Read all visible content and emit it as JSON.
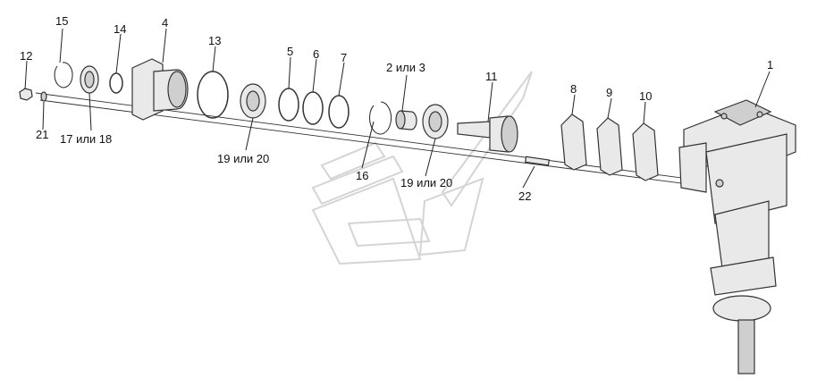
{
  "labels": {
    "l1": "1",
    "l2_3": "2 или 3",
    "l4": "4",
    "l5": "5",
    "l6": "6",
    "l7": "7",
    "l8": "8",
    "l9": "9",
    "l10": "10",
    "l11": "11",
    "l12": "12",
    "l13": "13",
    "l14": "14",
    "l15": "15",
    "l16": "16",
    "l17_18": "17 или 18",
    "l19_20_a": "19 или 20",
    "l19_20_b": "19 или 20",
    "l21": "21",
    "l22": "22"
  },
  "colors": {
    "line": "#333333",
    "part_fill": "#e9e9e9",
    "watermark": "#d8d8d8"
  }
}
